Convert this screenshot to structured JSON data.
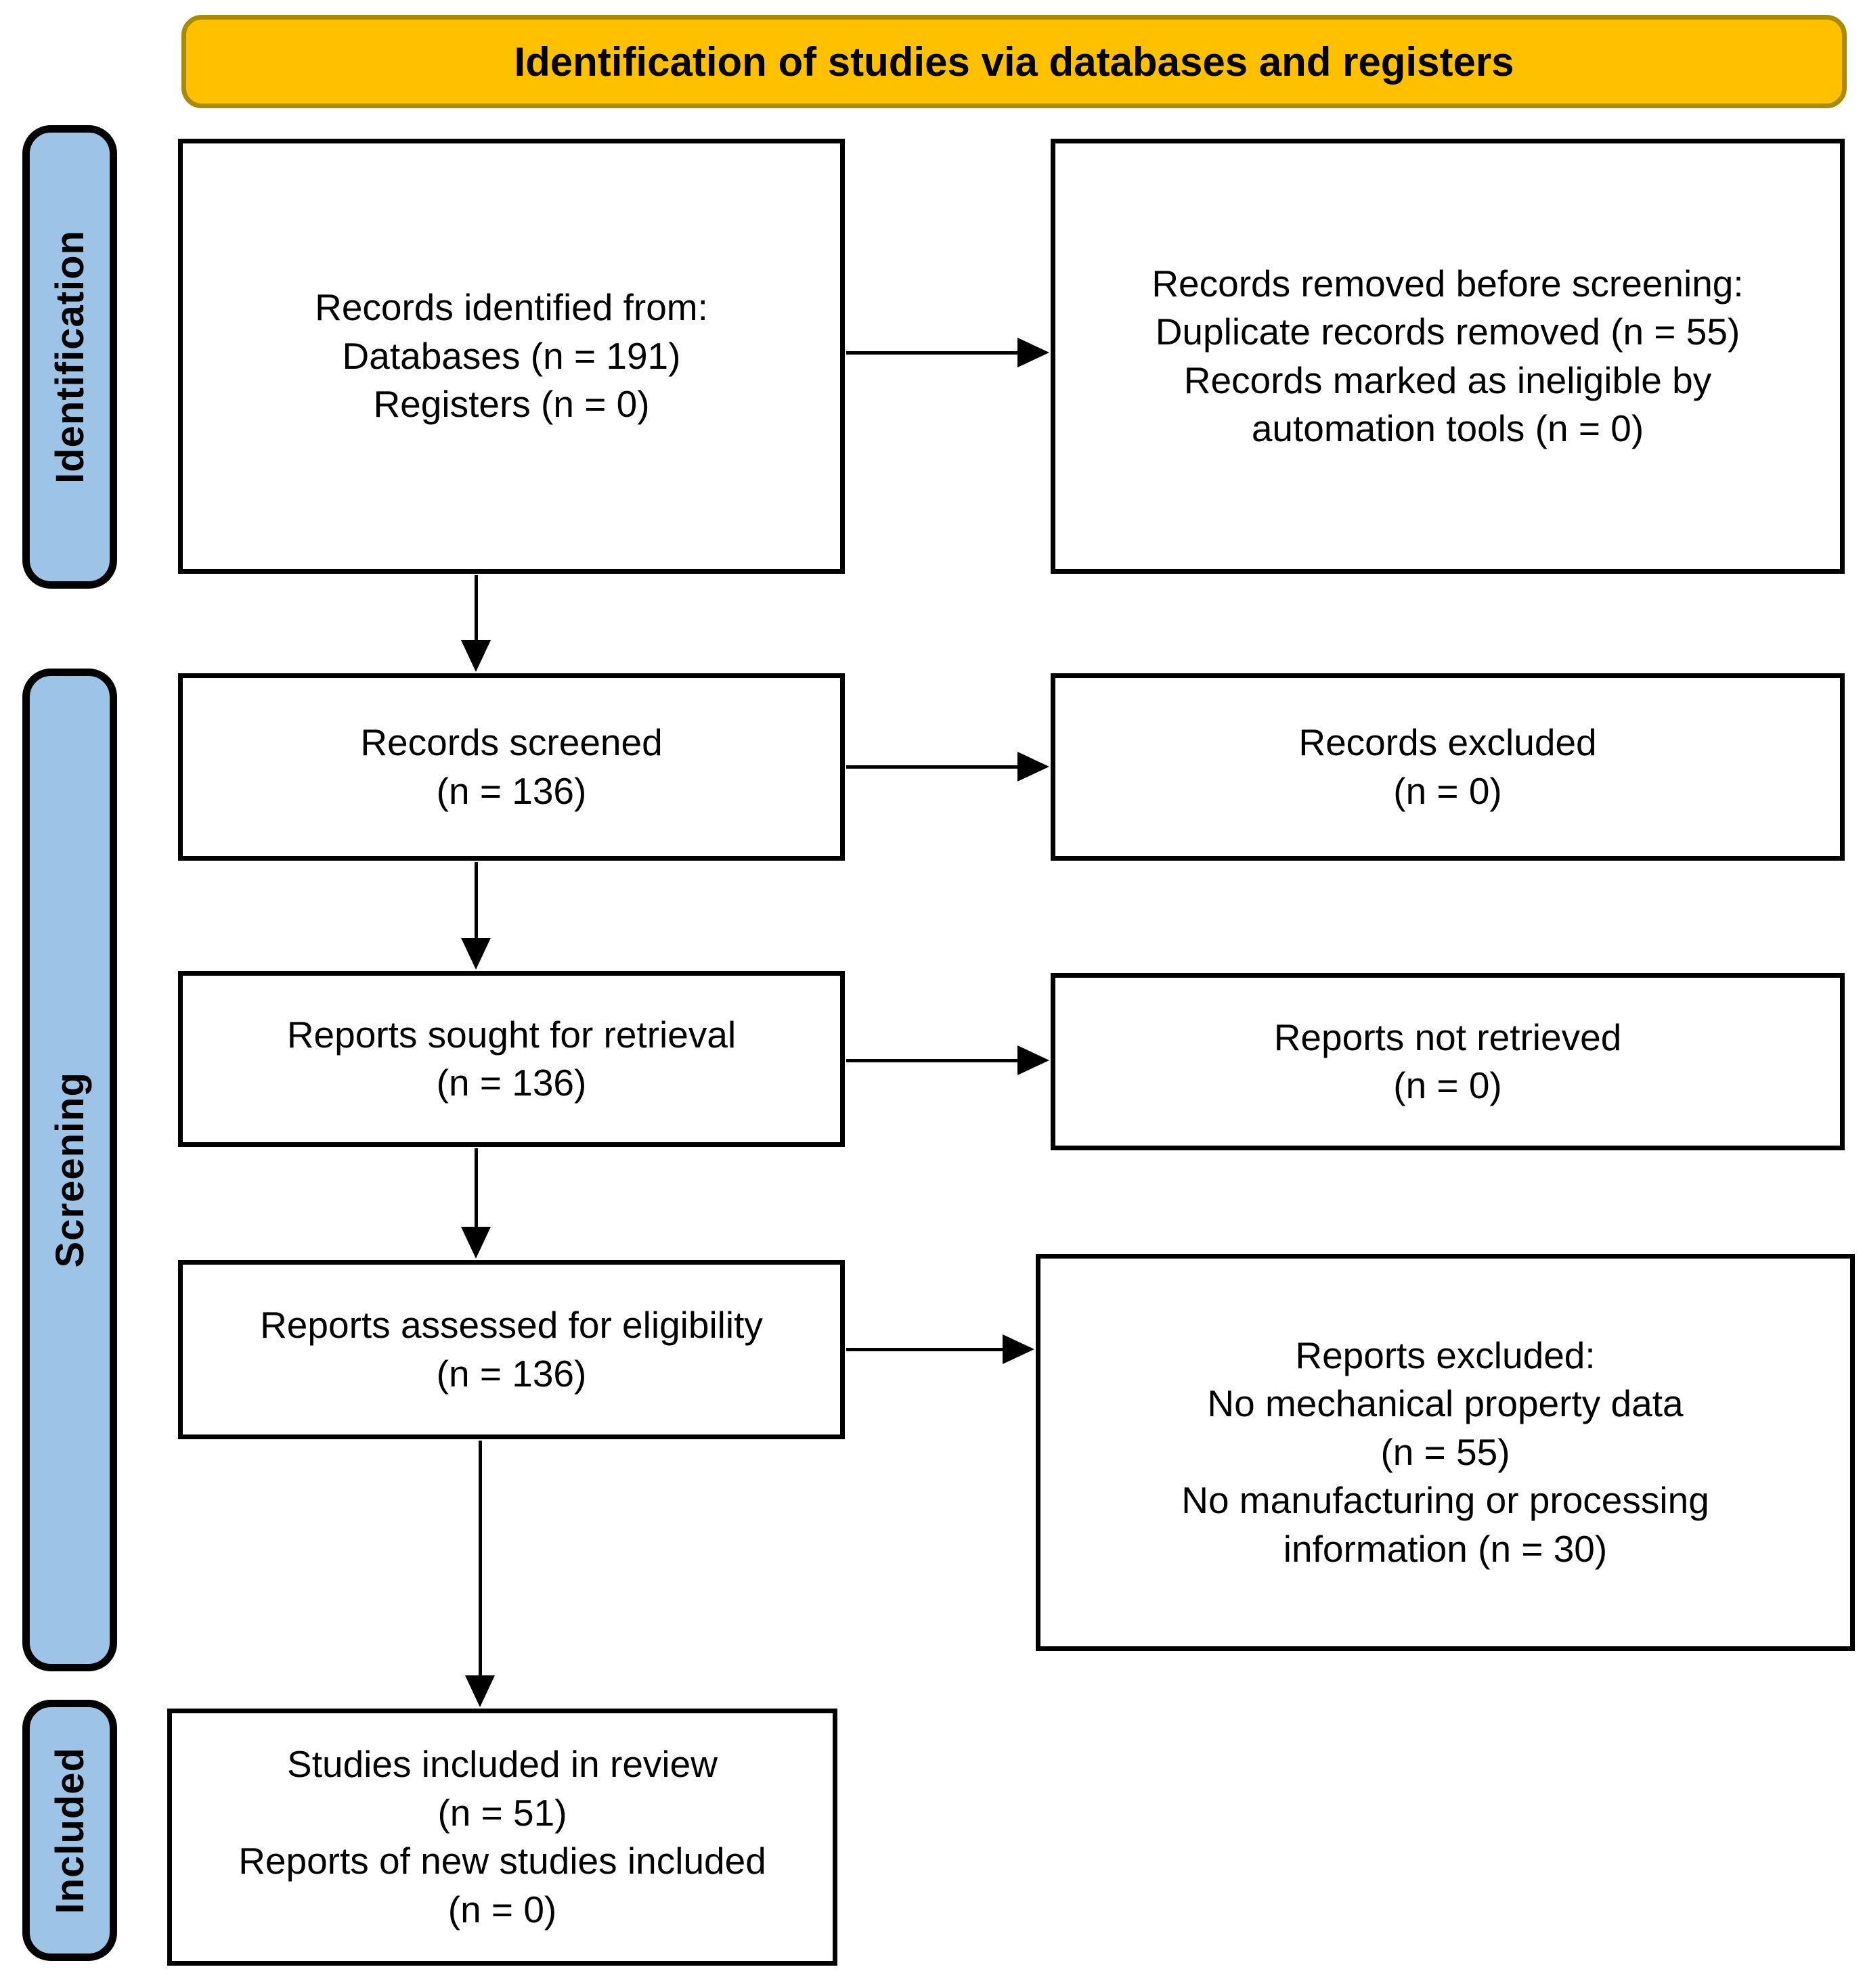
{
  "header": {
    "title": "Identification of studies via databases and registers"
  },
  "sidebar": {
    "stages": [
      {
        "label": "Identification"
      },
      {
        "label": "Screening"
      },
      {
        "label": "Included"
      }
    ]
  },
  "flow": {
    "identification": {
      "records_identified": {
        "lines": [
          "Records identified from:",
          "Databases (n = 191)",
          "Registers (n = 0)"
        ]
      },
      "records_removed": {
        "lines": [
          "Records removed before screening:",
          "Duplicate records removed (n = 55)",
          "Records marked as ineligible by",
          "automation tools (n = 0)"
        ]
      }
    },
    "screening": {
      "records_screened": {
        "lines": [
          "Records screened",
          "(n = 136)"
        ]
      },
      "records_excluded": {
        "lines": [
          "Records excluded",
          "(n = 0)"
        ]
      },
      "reports_sought": {
        "lines": [
          "Reports sought for retrieval",
          "(n = 136)"
        ]
      },
      "reports_not_retrieved": {
        "lines": [
          "Reports not retrieved",
          "(n = 0)"
        ]
      },
      "reports_assessed": {
        "lines": [
          "Reports assessed for eligibility",
          "(n = 136)"
        ]
      },
      "reports_excluded": {
        "lines": [
          "Reports excluded:",
          "No mechanical property data",
          "(n = 55)",
          "No manufacturing or processing",
          "information (n = 30)"
        ]
      }
    },
    "included": {
      "studies_included": {
        "lines": [
          "Studies included in review",
          "(n = 51)",
          "Reports of new studies included",
          "(n = 0)"
        ]
      }
    }
  },
  "colors": {
    "header_fill": "#FFC000",
    "header_border": "#A98A00",
    "stage_fill": "#9DC3E6",
    "stage_border": "#000000",
    "box_fill": "#FFFFFF",
    "box_border": "#000000",
    "arrow": "#000000",
    "text": "#000000"
  }
}
